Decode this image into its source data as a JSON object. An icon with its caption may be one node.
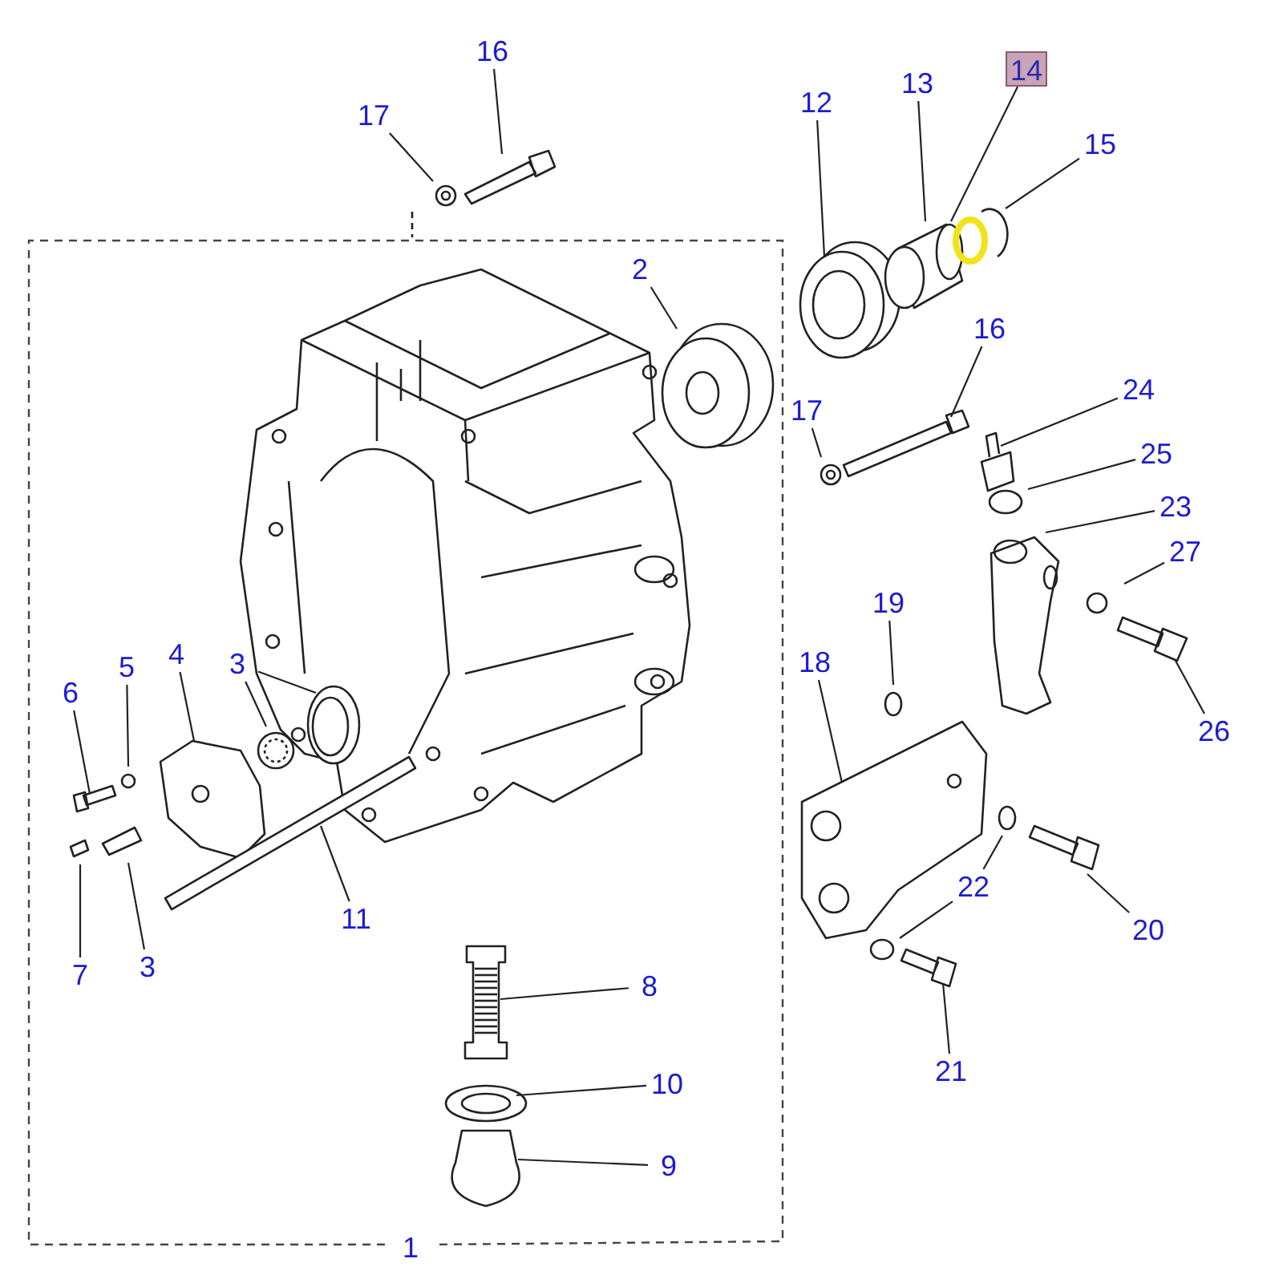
{
  "diagram": {
    "nodes": [
      {
        "text": [
          "16"
        ]
      },
      {
        "text": [
          "17"
        ]
      },
      {
        "text": [
          "2"
        ]
      },
      {
        "text": [
          "12"
        ]
      },
      {
        "text": [
          "13"
        ]
      },
      {
        "text": [
          "14"
        ]
      },
      {
        "text": [
          "15"
        ]
      },
      {
        "text": [
          "16"
        ]
      },
      {
        "text": [
          "17"
        ]
      },
      {
        "text": [
          "24"
        ]
      },
      {
        "text": [
          "25"
        ]
      },
      {
        "text": [
          "23"
        ]
      },
      {
        "text": [
          "27"
        ]
      },
      {
        "text": [
          "26"
        ]
      },
      {
        "text": [
          "19"
        ]
      },
      {
        "text": [
          "18"
        ]
      },
      {
        "text": [
          "6"
        ]
      },
      {
        "text": [
          "5"
        ]
      },
      {
        "text": [
          "4"
        ]
      },
      {
        "text": [
          "3"
        ]
      },
      {
        "text": [
          "7"
        ]
      },
      {
        "text": [
          "3"
        ]
      },
      {
        "text": [
          "11"
        ]
      },
      {
        "text": [
          "22"
        ]
      },
      {
        "text": [
          "20"
        ]
      },
      {
        "text": [
          "21"
        ]
      },
      {
        "text": [
          "8"
        ]
      },
      {
        "text": [
          "10"
        ]
      },
      {
        "text": [
          "9"
        ]
      }
    ],
    "edges": [
      {
        "from": 0,
        "to": null,
        "arrow": "none"
      },
      {
        "from": 1,
        "to": null,
        "arrow": "none"
      },
      {
        "from": 2,
        "to": null,
        "arrow": "none"
      },
      {
        "from": 3,
        "to": null,
        "arrow": "none"
      },
      {
        "from": 4,
        "to": null,
        "arrow": "none"
      },
      {
        "from": 5,
        "to": null,
        "arrow": "none"
      },
      {
        "from": 6,
        "to": null,
        "arrow": "none"
      },
      {
        "from": 7,
        "to": null,
        "arrow": "none"
      },
      {
        "from": 8,
        "to": null,
        "arrow": "none"
      },
      {
        "from": 9,
        "to": null,
        "arrow": "none"
      },
      {
        "from": 10,
        "to": null,
        "arrow": "none"
      },
      {
        "from": 11,
        "to": null,
        "arrow": "none"
      },
      {
        "from": 12,
        "to": null,
        "arrow": "none"
      },
      {
        "from": 13,
        "to": null,
        "arrow": "none"
      },
      {
        "from": 14,
        "to": null,
        "arrow": "none"
      },
      {
        "from": 15,
        "to": null,
        "arrow": "none"
      },
      {
        "from": 16,
        "to": null,
        "arrow": "none"
      },
      {
        "from": 17,
        "to": null,
        "arrow": "none"
      },
      {
        "from": 18,
        "to": null,
        "arrow": "none"
      },
      {
        "from": 19,
        "to": null,
        "arrow": "none"
      },
      {
        "from": 19,
        "to": null,
        "arrow": "none"
      },
      {
        "from": 20,
        "to": null,
        "arrow": "none"
      },
      {
        "from": 21,
        "to": null,
        "arrow": "none"
      },
      {
        "from": 22,
        "to": null,
        "arrow": "none"
      },
      {
        "from": 23,
        "to": null,
        "arrow": "none"
      },
      {
        "from": 23,
        "to": null,
        "arrow": "none"
      },
      {
        "from": 24,
        "to": null,
        "arrow": "none"
      },
      {
        "from": 25,
        "to": null,
        "arrow": "none"
      },
      {
        "from": 26,
        "to": null,
        "arrow": "none"
      },
      {
        "from": 27,
        "to": null,
        "arrow": "none"
      },
      {
        "from": 28,
        "to": null,
        "arrow": "none"
      }
    ],
    "labels": [
      "1"
    ]
  }
}
